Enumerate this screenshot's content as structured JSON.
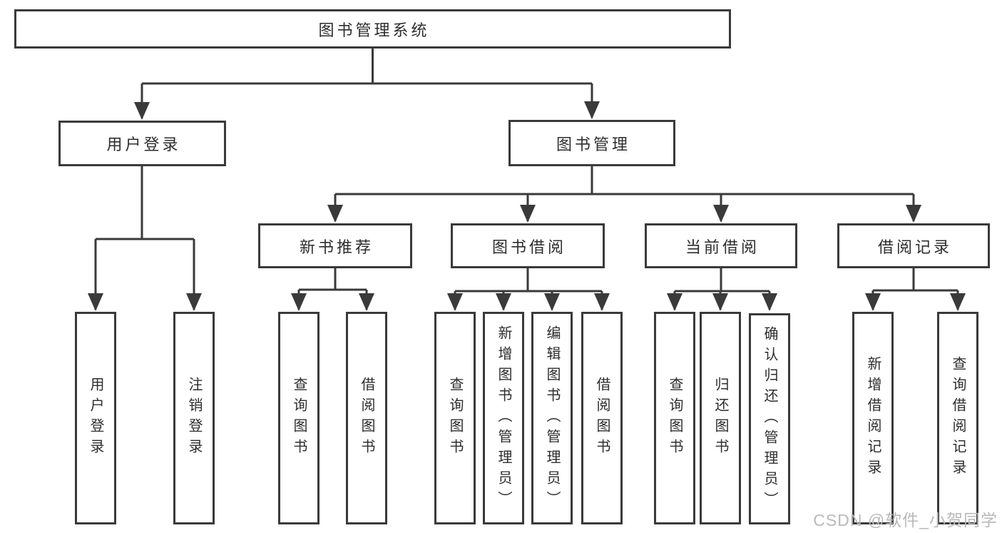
{
  "diagram": {
    "root": {
      "label": "图书管理系统"
    },
    "level2": [
      {
        "label": "用户登录"
      },
      {
        "label": "图书管理"
      }
    ],
    "level3": [
      {
        "label": "新书推荐"
      },
      {
        "label": "图书借阅"
      },
      {
        "label": "当前借阅"
      },
      {
        "label": "借阅记录"
      }
    ],
    "leaves": {
      "user_login": [
        "用户登录",
        "注销登录"
      ],
      "new_book_recommend": [
        "查询图书",
        "借阅图书"
      ],
      "book_borrow": [
        "查询图书",
        "新增图书（管理员）",
        "编辑图书（管理员）",
        "借阅图书"
      ],
      "current_borrow": [
        "查询图书",
        "归还图书",
        "确认归还（管理员）"
      ],
      "borrow_records": [
        "新增借阅记录",
        "查询借阅记录"
      ]
    },
    "colors": {
      "line": "#3a3a3a",
      "box_border": "#3a3a3a",
      "box_fill": "#ffffff",
      "text": "#2d2d2d",
      "watermark": "#b9b9b9"
    }
  },
  "watermark": {
    "text": "CSDN @软件_小贺同学"
  }
}
